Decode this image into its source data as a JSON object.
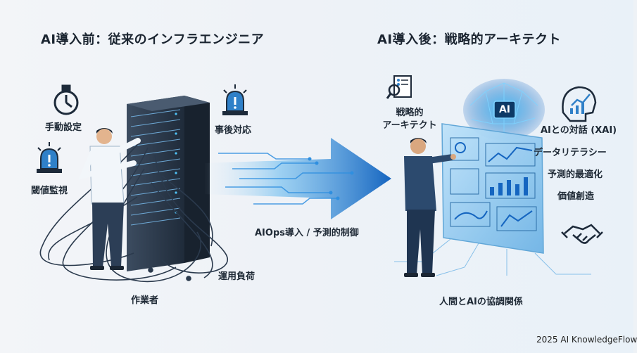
{
  "left": {
    "title": "AI導入前：従来のインフラエンジニア",
    "labels": {
      "manual": "手動設定",
      "threshold": "閾値監視",
      "incident": "事後対応",
      "worker": "作業者",
      "load": "運用負荷"
    }
  },
  "middle": {
    "arrow_label": "AIOps導入 / 予測的制御"
  },
  "right": {
    "title": "AI導入後：戦略的アーキテクト",
    "architect_label": "戦略的\nアーキテクト",
    "brain_text": "AI",
    "items": {
      "xai": "AIとの対話 (XAI)",
      "literacy": "データリテラシー",
      "optimize": "予測的最適化",
      "value": "価値創造"
    },
    "collab": "人間とAIの協調関係"
  },
  "footer": "2025 AI KnowledgeFlow",
  "colors": {
    "accent": "#1e88d6",
    "rack": "#2b3a4d",
    "screen": "#8fc9f0",
    "icon": "#1d2a3a"
  }
}
